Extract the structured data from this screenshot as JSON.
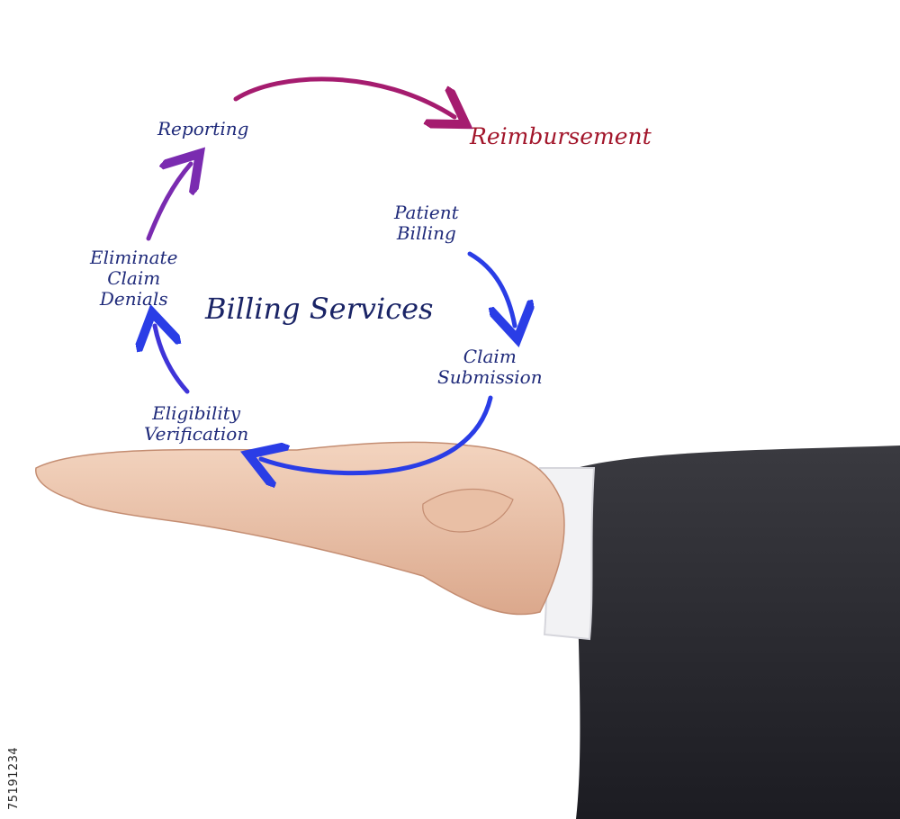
{
  "diagram": {
    "center_title": "Billing Services",
    "outcome": "Reimbursement",
    "steps": [
      {
        "lines": [
          "Patient",
          "Billing"
        ]
      },
      {
        "lines": [
          "Claim",
          "Submission"
        ]
      },
      {
        "lines": [
          "Eligibility",
          "Verification"
        ]
      },
      {
        "lines": [
          "Eliminate",
          "Claim",
          "Denials"
        ]
      },
      {
        "lines": [
          "Reporting"
        ]
      }
    ]
  },
  "stock_id": "75191234",
  "colors": {
    "label_text": "#1f2a7a",
    "outcome_text": "#a2152a",
    "arrow_blue": "#2a3de6",
    "arrow_purple": "#7a2bb0",
    "arrow_magenta": "#a51c6f"
  }
}
